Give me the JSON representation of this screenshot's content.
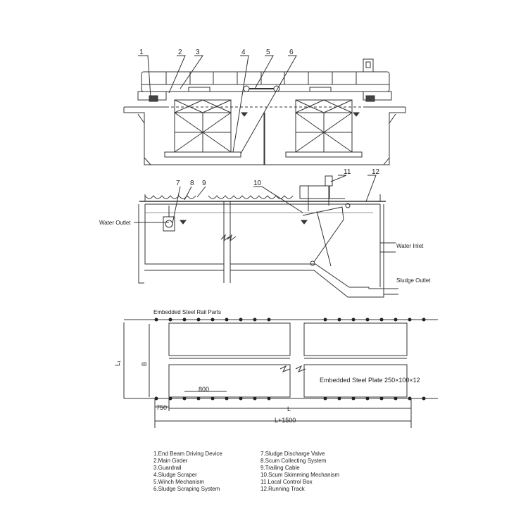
{
  "callouts": [
    "1",
    "2",
    "3",
    "4",
    "5",
    "6",
    "7",
    "8",
    "9",
    "10",
    "11",
    "12"
  ],
  "flow_labels": {
    "water_outlet": "Water Outlet",
    "water_inlet": "Water Inlet",
    "sludge_outlet": "Sludge Outlet"
  },
  "plan": {
    "rail_parts": "Embedded Steel Rail Parts",
    "plate": "Embedded Steel Plate 250×100×12",
    "dim_L1": "L₁",
    "dim_B": "B",
    "dim_800": "800",
    "dim_750": "750",
    "dim_L": "L",
    "dim_L1500": "L+1500"
  },
  "legend_left": [
    "1.End Beam Driving Device",
    "2.Main Girder",
    "3.Guardrail",
    "4.Sludge Scraper",
    "5.Winch Mechanism",
    "6.Sludge Scraping System"
  ],
  "legend_right": [
    "7.Sludge Discharge Valve",
    "8.Scum Collecting System",
    "9.Trailing Cable",
    "10.Scum Skimming Mechanism",
    "11.Local Control Box",
    "12.Running Track"
  ]
}
